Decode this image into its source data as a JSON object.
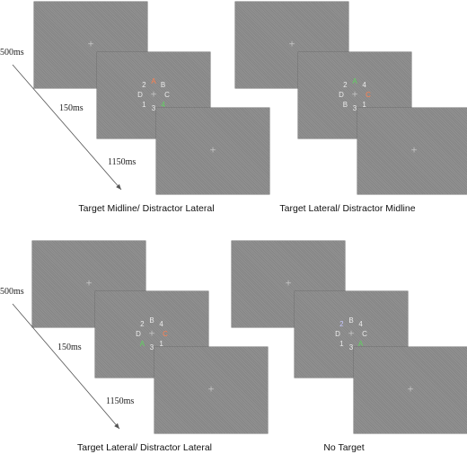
{
  "timings": {
    "fixation": "500ms",
    "stimulus": "150ms",
    "blank": "1150ms"
  },
  "colors": {
    "target": "#5fd35f",
    "distractor": "#ff7f4f",
    "neutral": "#ececec",
    "neutral_blue": "#c8c8ff"
  },
  "panels": [
    {
      "caption": "Target Midline/ Distractor Lateral",
      "show_timings": true,
      "stimulus": [
        {
          "char": "A",
          "pos": "top",
          "color": "distractor"
        },
        {
          "char": "B",
          "pos": "top-right",
          "color": "neutral"
        },
        {
          "char": "C",
          "pos": "right",
          "color": "neutral"
        },
        {
          "char": "4",
          "pos": "bottom-right",
          "color": "target"
        },
        {
          "char": "3",
          "pos": "bottom",
          "color": "neutral"
        },
        {
          "char": "1",
          "pos": "bottom-left",
          "color": "neutral"
        },
        {
          "char": "D",
          "pos": "left",
          "color": "neutral"
        },
        {
          "char": "2",
          "pos": "top-left",
          "color": "neutral"
        }
      ]
    },
    {
      "caption": "Target Lateral/ Distractor Midline",
      "show_timings": false,
      "stimulus": [
        {
          "char": "A",
          "pos": "top",
          "color": "target"
        },
        {
          "char": "4",
          "pos": "top-right",
          "color": "neutral"
        },
        {
          "char": "C",
          "pos": "right",
          "color": "distractor"
        },
        {
          "char": "1",
          "pos": "bottom-right",
          "color": "neutral"
        },
        {
          "char": "3",
          "pos": "bottom",
          "color": "neutral"
        },
        {
          "char": "B",
          "pos": "bottom-left",
          "color": "neutral"
        },
        {
          "char": "D",
          "pos": "left",
          "color": "neutral"
        },
        {
          "char": "2",
          "pos": "top-left",
          "color": "neutral"
        }
      ]
    },
    {
      "caption": "Target Lateral/ Distractor Lateral",
      "show_timings": true,
      "stimulus": [
        {
          "char": "B",
          "pos": "top",
          "color": "neutral"
        },
        {
          "char": "4",
          "pos": "top-right",
          "color": "neutral"
        },
        {
          "char": "C",
          "pos": "right",
          "color": "distractor"
        },
        {
          "char": "1",
          "pos": "bottom-right",
          "color": "neutral"
        },
        {
          "char": "3",
          "pos": "bottom",
          "color": "neutral"
        },
        {
          "char": "A",
          "pos": "bottom-left",
          "color": "target"
        },
        {
          "char": "D",
          "pos": "left",
          "color": "neutral"
        },
        {
          "char": "2",
          "pos": "top-left",
          "color": "neutral"
        }
      ]
    },
    {
      "caption": "No Target",
      "show_timings": false,
      "stimulus": [
        {
          "char": "B",
          "pos": "top",
          "color": "neutral"
        },
        {
          "char": "4",
          "pos": "top-right",
          "color": "neutral"
        },
        {
          "char": "C",
          "pos": "right",
          "color": "neutral"
        },
        {
          "char": "A",
          "pos": "bottom-right",
          "color": "target"
        },
        {
          "char": "3",
          "pos": "bottom",
          "color": "neutral"
        },
        {
          "char": "1",
          "pos": "bottom-left",
          "color": "neutral"
        },
        {
          "char": "D",
          "pos": "left",
          "color": "neutral"
        },
        {
          "char": "2",
          "pos": "top-left",
          "color": "neutral_blue"
        }
      ]
    }
  ]
}
